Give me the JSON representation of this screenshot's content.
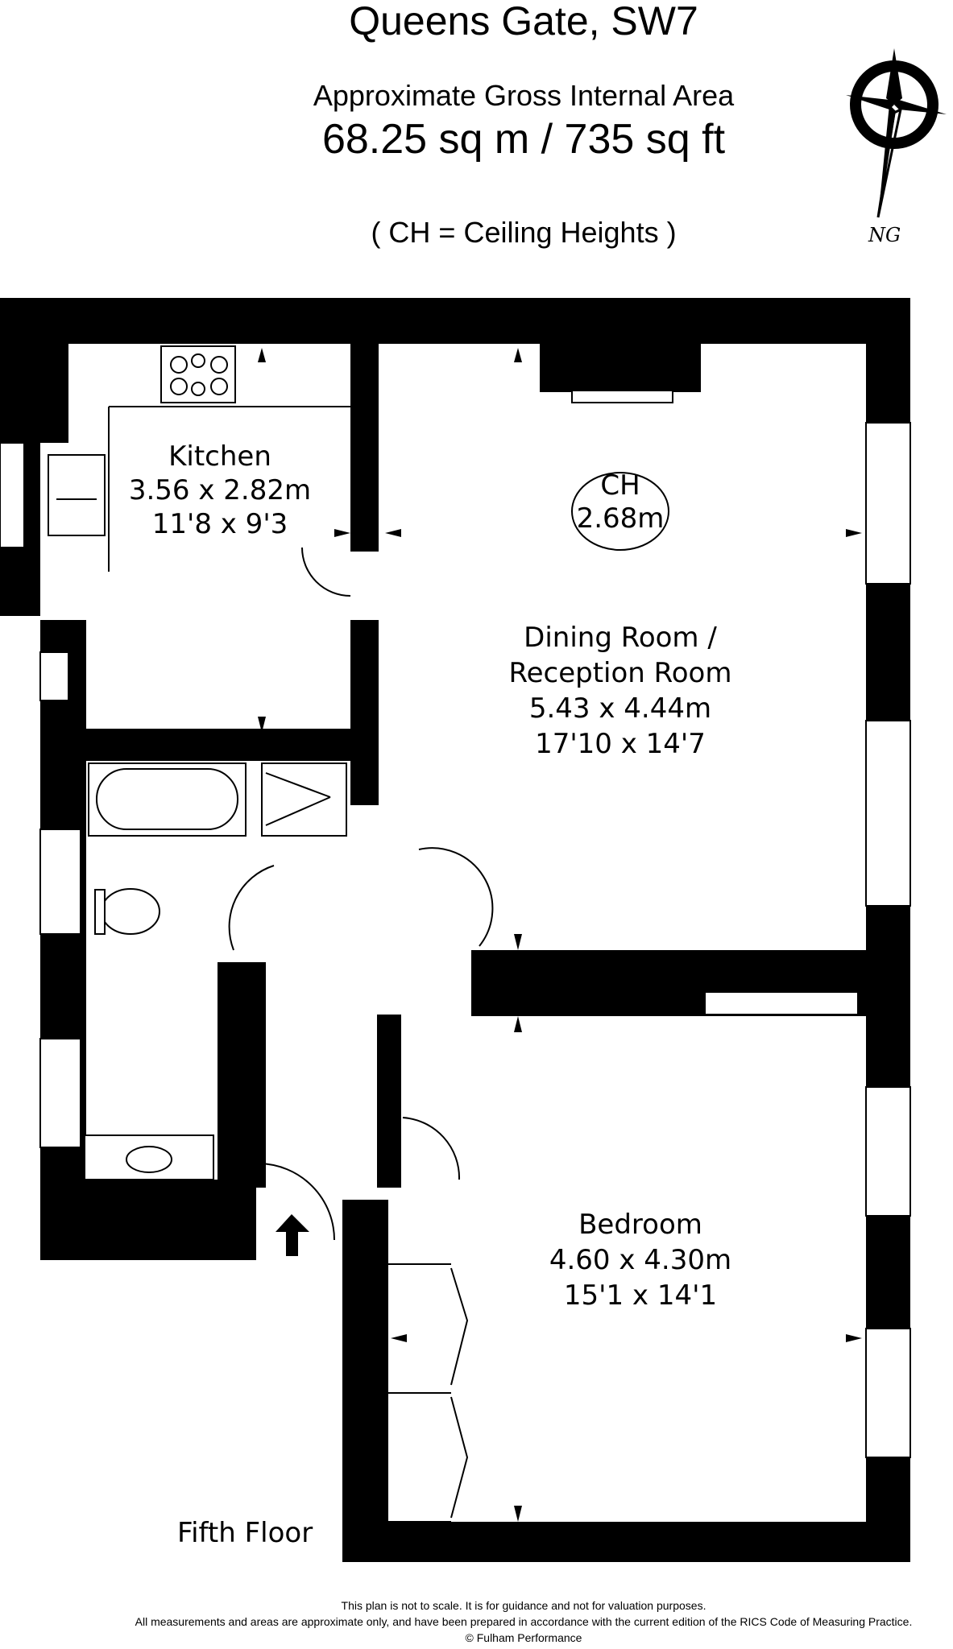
{
  "header": {
    "title": "Queens Gate, SW7",
    "area_label": "Approximate Gross Internal Area",
    "area_value": "68.25 sq m  /  735 sq ft",
    "ch_note": "( CH = Ceiling Heights )"
  },
  "compass": {
    "label": "NG",
    "icon": "compass-icon"
  },
  "rooms": {
    "kitchen": {
      "name": "Kitchen",
      "metric": "3.56 x 2.82m",
      "imperial": "11'8 x 9'3"
    },
    "dining": {
      "name_line1": "Dining Room /",
      "name_line2": "Reception Room",
      "metric": "5.43 x 4.44m",
      "imperial": "17'10 x 14'7"
    },
    "bedroom": {
      "name": "Bedroom",
      "metric": "4.60 x 4.30m",
      "imperial": "15'1 x 14'1"
    }
  },
  "ceiling_height": {
    "label": "CH",
    "value": "2.68m"
  },
  "floor_label": "Fifth Floor",
  "footer": {
    "line1": "This plan is not to scale. It is for guidance and not for valuation purposes.",
    "line2": "All measurements and areas are approximate only, and have been prepared in accordance with the current edition of the RICS Code of Measuring Practice.",
    "line3": "© Fulham Performance"
  }
}
